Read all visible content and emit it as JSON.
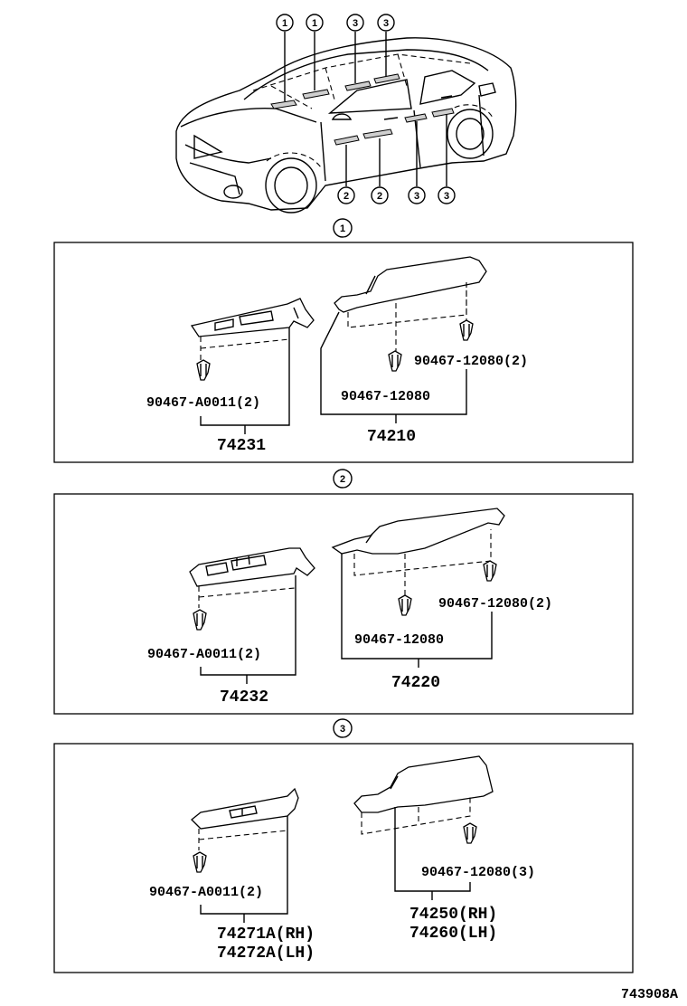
{
  "callouts": {
    "car_top": [
      "1",
      "1",
      "3",
      "3"
    ],
    "car_bottom": [
      "2",
      "2",
      "3",
      "3"
    ],
    "section_1": "1",
    "section_2": "2",
    "section_3": "3"
  },
  "section1": {
    "clip_left": "90467-A0011(2)",
    "switch_part": "74231",
    "clip_right_top": "90467-12080(2)",
    "clip_right_mid": "90467-12080",
    "panel_part": "74210"
  },
  "section2": {
    "clip_left": "90467-A0011(2)",
    "switch_part": "74232",
    "clip_right_top": "90467-12080(2)",
    "clip_right_mid": "90467-12080",
    "panel_part": "74220"
  },
  "section3": {
    "clip_left": "90467-A0011(2)",
    "switch_part_rh": "74271A(RH)",
    "switch_part_lh": "74272A(LH)",
    "clip_right": "90467-12080(3)",
    "panel_part_rh": "74250(RH)",
    "panel_part_lh": "74260(LH)"
  },
  "figure_code": "743908A"
}
